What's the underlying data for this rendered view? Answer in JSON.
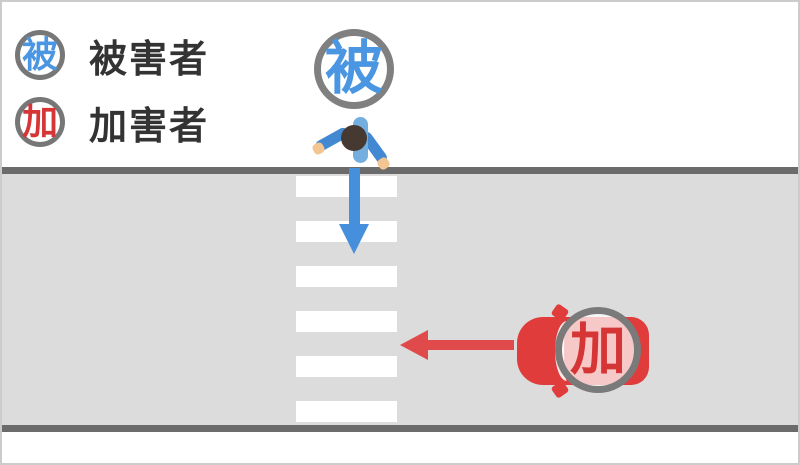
{
  "legend": {
    "items": [
      {
        "role": "victim",
        "symbol": "被",
        "label": "被害者"
      },
      {
        "role": "offender",
        "symbol": "加",
        "label": "加害者"
      }
    ]
  },
  "actors": {
    "pedestrian_badge": "被",
    "car_badge": "加"
  },
  "colors": {
    "victim_blue": "#4a96e2",
    "offender_red": "#d63535",
    "legend_text": "#333333",
    "road_surface": "#dcdcdc",
    "road_edge": "#6b6b6b",
    "crosswalk_stripe": "#ffffff",
    "arrow_blue": "#468fdd",
    "arrow_red": "#e14a4a",
    "car_red": "#e13c3c",
    "badge_ring": "#7a7a7a"
  }
}
